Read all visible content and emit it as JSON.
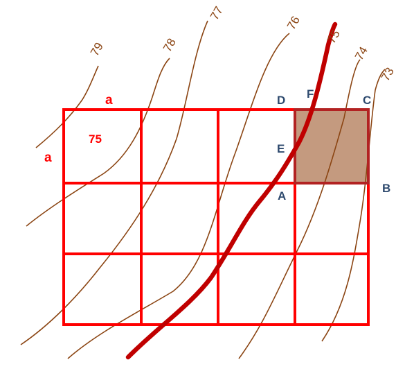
{
  "contours": [
    {
      "label": "79"
    },
    {
      "label": "78"
    },
    {
      "label": "77"
    },
    {
      "label": "76"
    },
    {
      "label": "75"
    },
    {
      "label": "74"
    },
    {
      "label": "73"
    }
  ],
  "grid": {
    "rows": 3,
    "cols": 4,
    "line_color": "#ff0000",
    "shaded_cell_color": "#c49a7f"
  },
  "points": {
    "A": "A",
    "B": "B",
    "C": "C",
    "D": "D",
    "E": "E",
    "F": "F"
  },
  "side_labels": {
    "top": "a",
    "left": "a"
  },
  "cell_value": "75",
  "colors": {
    "contour": "#8b4513",
    "main_contour": "#c00000",
    "point_label": "#2e4a6e"
  }
}
